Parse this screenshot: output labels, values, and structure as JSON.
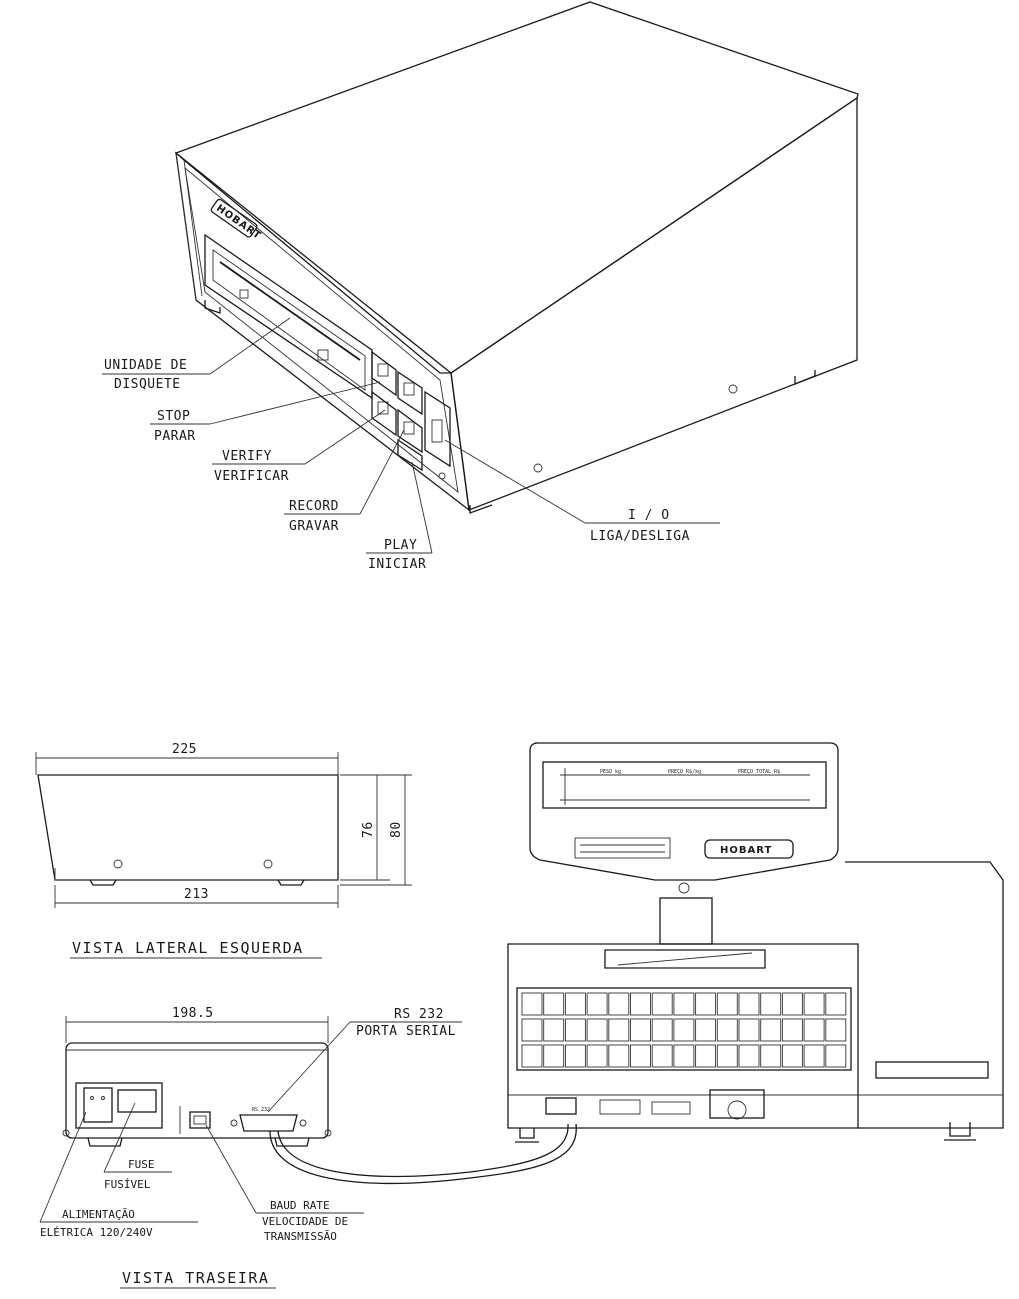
{
  "brand": "HOBART",
  "device_callouts": {
    "floppy": [
      "UNIDADE DE",
      "DISQUETE"
    ],
    "stop": [
      "STOP",
      "PARAR"
    ],
    "verify": [
      "VERIFY",
      "VERIFICAR"
    ],
    "record": [
      "RECORD",
      "GRAVAR"
    ],
    "play": [
      "PLAY",
      "INICIAR"
    ],
    "power": [
      "I / O",
      "LIGA/DESLIGA"
    ]
  },
  "side_view": {
    "title": "VISTA LATERAL ESQUERDA",
    "dim_top": "225",
    "dim_bottom": "213",
    "dim_inner_height": "76",
    "dim_outer_height": "80"
  },
  "rear_view": {
    "title": "VISTA TRASEIRA",
    "dim_width": "198.5",
    "port_label": "RS 232",
    "callouts": {
      "serial": [
        "RS 232",
        "PORTA SERIAL"
      ],
      "fuse": [
        "FUSE",
        "FUSÍVEL"
      ],
      "power": [
        "ALIMENTAÇÃO",
        "ELÉTRICA 120/240V"
      ],
      "baud": [
        "BAUD RATE",
        "VELOCIDADE DE",
        "TRANSMISSÃO"
      ]
    }
  },
  "scale_display": {
    "headers": [
      "PESO kg",
      "PREÇO R$/kg",
      "PREÇO TOTAL R$"
    ]
  }
}
